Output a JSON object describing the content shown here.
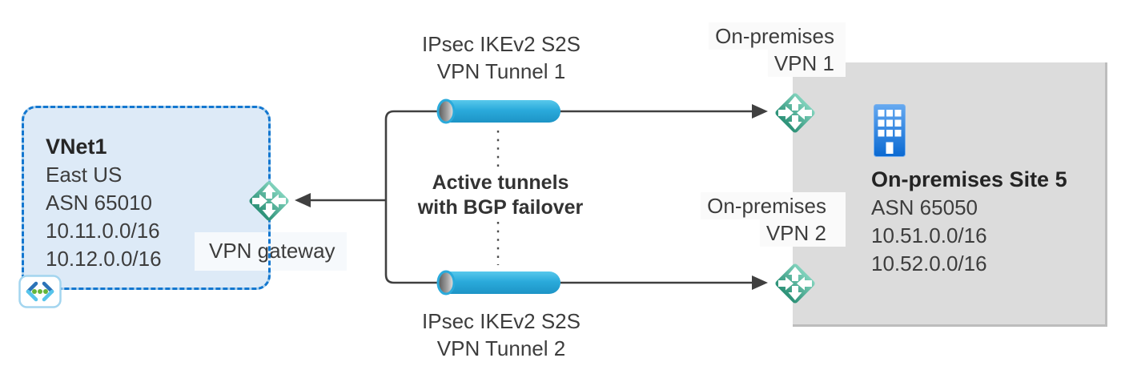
{
  "vnet": {
    "title": "VNet1",
    "region": "East US",
    "asn": "ASN 65010",
    "prefix1": "10.11.0.0/16",
    "prefix2": "10.12.0.0/16",
    "gateway_label": "VPN gateway"
  },
  "tunnels": {
    "tunnel1_line1": "IPsec IKEv2 S2S",
    "tunnel1_line2": "VPN Tunnel 1",
    "tunnel2_line1": "IPsec IKEv2 S2S",
    "tunnel2_line2": "VPN Tunnel 2",
    "failover_line1": "Active tunnels",
    "failover_line2": "with BGP failover"
  },
  "onprem": {
    "vpn1_line1": "On-premises",
    "vpn1_line2": "VPN 1",
    "vpn2_line1": "On-premises",
    "vpn2_line2": "VPN 2",
    "site_title": "On-premises Site 5",
    "site_asn": "ASN 65050",
    "site_prefix1": "10.51.0.0/16",
    "site_prefix2": "10.52.0.0/16"
  },
  "icons": {
    "vpn_gateway": "vpn-gateway-icon",
    "onprem_vpn_device": "vpn-device-icon",
    "building": "building-icon",
    "virtual_network": "virtual-network-icon"
  },
  "colors": {
    "vnet_fill": "#ddeaf7",
    "vnet_border": "#1377d0",
    "site_fill": "#dcdcdc",
    "tunnel_blue": "#2aaadb",
    "gateway_teal": "#2b9076",
    "building_blue": "#0a69d2",
    "line": "#404040",
    "label_bg": "#fafafa",
    "text": "#3d3d3d"
  }
}
